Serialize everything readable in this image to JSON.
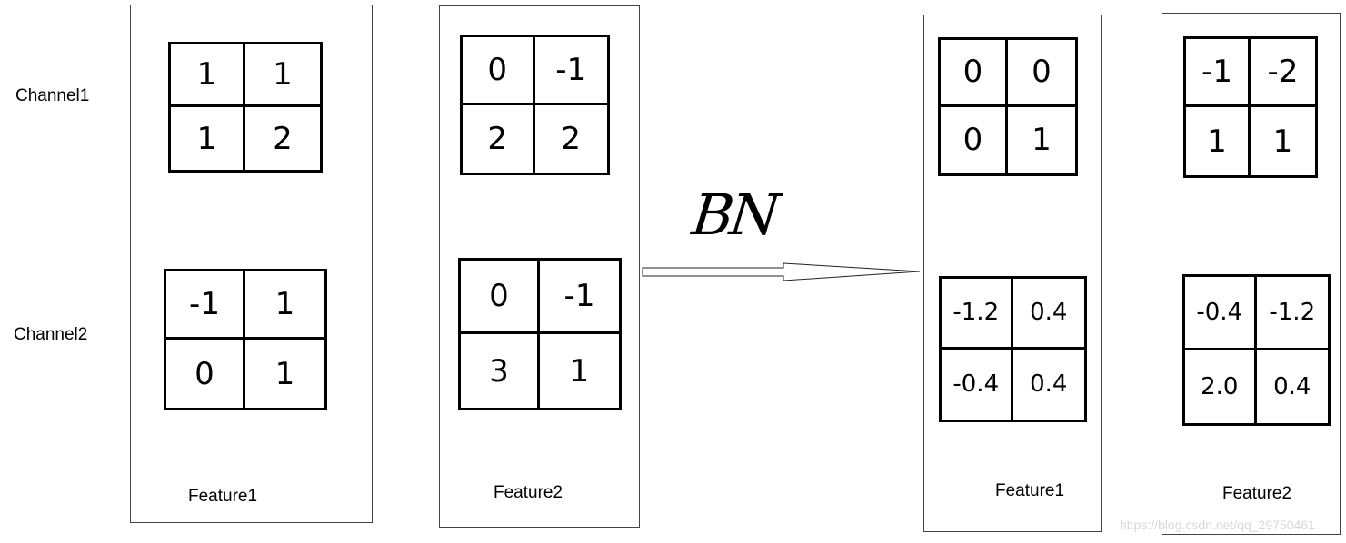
{
  "row_labels": {
    "channel1": "Channel1",
    "channel2": "Channel2"
  },
  "operation_label": "BN",
  "before": {
    "feature1": {
      "label": "Feature1",
      "channel1": [
        "1",
        "1",
        "1",
        "2"
      ],
      "channel2": [
        "-1",
        "1",
        "0",
        "1"
      ]
    },
    "feature2": {
      "label": "Feature2",
      "channel1": [
        "0",
        "-1",
        "2",
        "2"
      ],
      "channel2": [
        "0",
        "-1",
        "3",
        "1"
      ]
    }
  },
  "after": {
    "feature1": {
      "label": "Feature1",
      "channel1": [
        "0",
        "0",
        "0",
        "1"
      ],
      "channel2": [
        "-1.2",
        "0.4",
        "-0.4",
        "0.4"
      ]
    },
    "feature2": {
      "label": "Feature2",
      "channel1": [
        "-1",
        "-2",
        "1",
        "1"
      ],
      "channel2": [
        "-0.4",
        "-1.2",
        "2.0",
        "0.4"
      ]
    }
  },
  "watermark": "https://blog.csdn.net/qq_29750461"
}
